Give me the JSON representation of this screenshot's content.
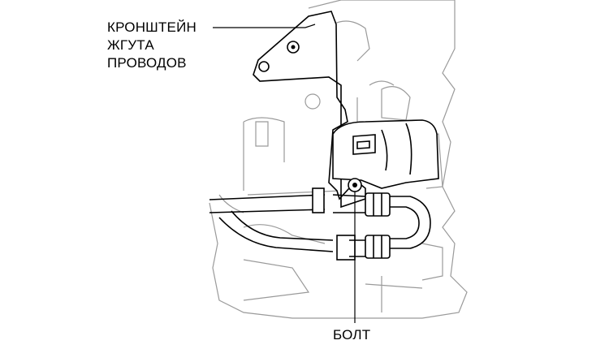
{
  "labels": {
    "bracket": [
      "КРОНШТЕЙН",
      "ЖГУТА",
      "ПРОВОДОВ"
    ],
    "bolt": "БОЛТ"
  },
  "colors": {
    "outline": "#000000",
    "background_parts": "#9a9a9a"
  }
}
